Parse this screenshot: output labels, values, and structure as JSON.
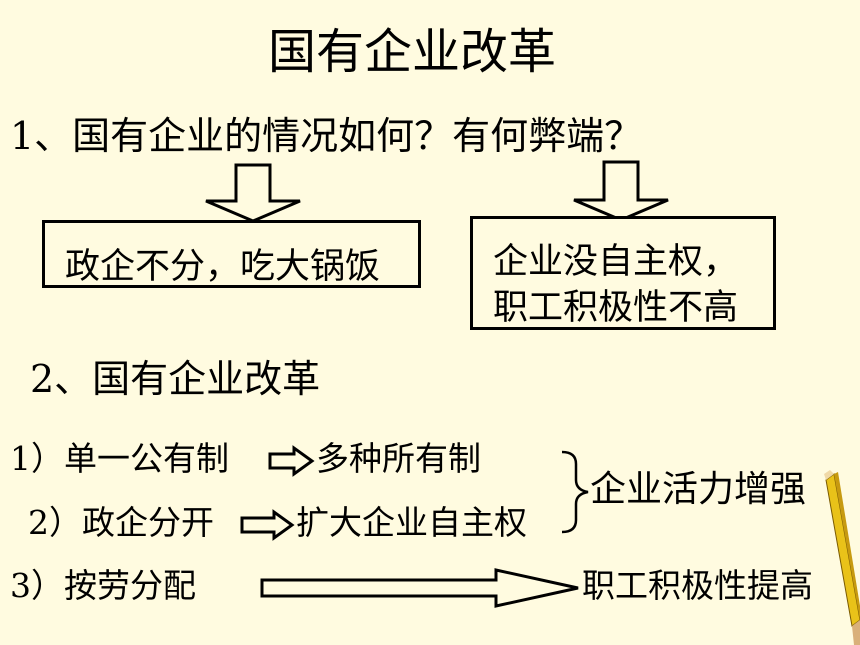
{
  "title": "国有企业改革",
  "question1": "1、国有企业的情况如何？有何弊端？",
  "box1": "政企不分，吃大锅饭",
  "box2": {
    "line1": "企业没自主权，",
    "line2": "职工积极性不高"
  },
  "section2": "2、国有企业改革",
  "items": [
    {
      "left": "1）单一公有制",
      "right": "多种所有制"
    },
    {
      "left": "2）政企分开",
      "right": "扩大企业自主权"
    },
    {
      "left": "3）按劳分配",
      "right": "职工积极性提高"
    }
  ],
  "summary": "企业活力增强",
  "colors": {
    "background": "#fffbe0",
    "text": "#000000",
    "pencil": "#e9c219"
  }
}
